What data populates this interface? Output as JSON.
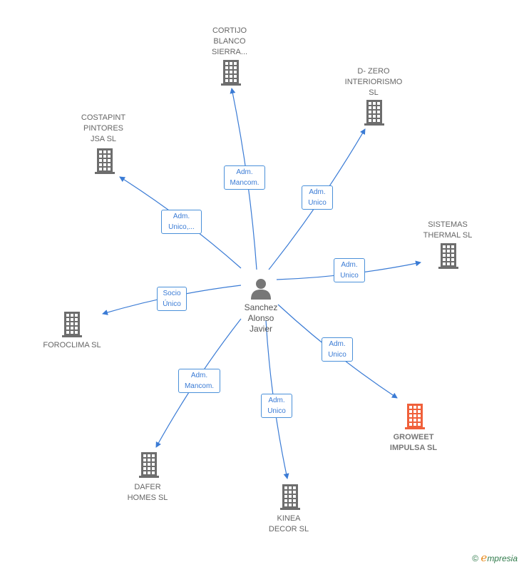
{
  "center": {
    "label": "Sanchez\nAlonso\nJavier",
    "icon": "person-icon"
  },
  "companies": [
    {
      "id": "cortijo",
      "label": "CORTIJO\nBLANCO\nSIERRA...",
      "highlight": false
    },
    {
      "id": "dzero",
      "label": "D- ZERO\nINTERIORISMO\nSL",
      "highlight": false
    },
    {
      "id": "costapint",
      "label": "COSTAPINT\nPINTORES\nJSA  SL",
      "highlight": false
    },
    {
      "id": "sistemas",
      "label": "SISTEMAS\nTHERMAL  SL",
      "highlight": false
    },
    {
      "id": "foroclima",
      "label": "FOROCLIMA SL",
      "highlight": false
    },
    {
      "id": "groweet",
      "label": "GROWEET\nIMPULSA  SL",
      "highlight": true
    },
    {
      "id": "dafer",
      "label": "DAFER\nHOMES  SL",
      "highlight": false
    },
    {
      "id": "kinea",
      "label": "KINEA\nDECOR  SL",
      "highlight": false
    }
  ],
  "relations": [
    {
      "to": "cortijo",
      "label": "Adm.\nMancom."
    },
    {
      "to": "dzero",
      "label": "Adm.\nUnico"
    },
    {
      "to": "costapint",
      "label": "Adm.\nUnico,..."
    },
    {
      "to": "sistemas",
      "label": "Adm.\nUnico"
    },
    {
      "to": "foroclima",
      "label": "Socio\nÚnico"
    },
    {
      "to": "groweet",
      "label": "Adm.\nUnico"
    },
    {
      "to": "dafer",
      "label": "Adm.\nMancom."
    },
    {
      "to": "kinea",
      "label": "Adm.\nUnico"
    }
  ],
  "colors": {
    "edge": "#3a7bd5",
    "building": "#6d6d6d",
    "building_highlight": "#f0603a"
  },
  "footer": {
    "copyright": "©",
    "brand_initial": "e",
    "brand_rest": "mpresia"
  }
}
